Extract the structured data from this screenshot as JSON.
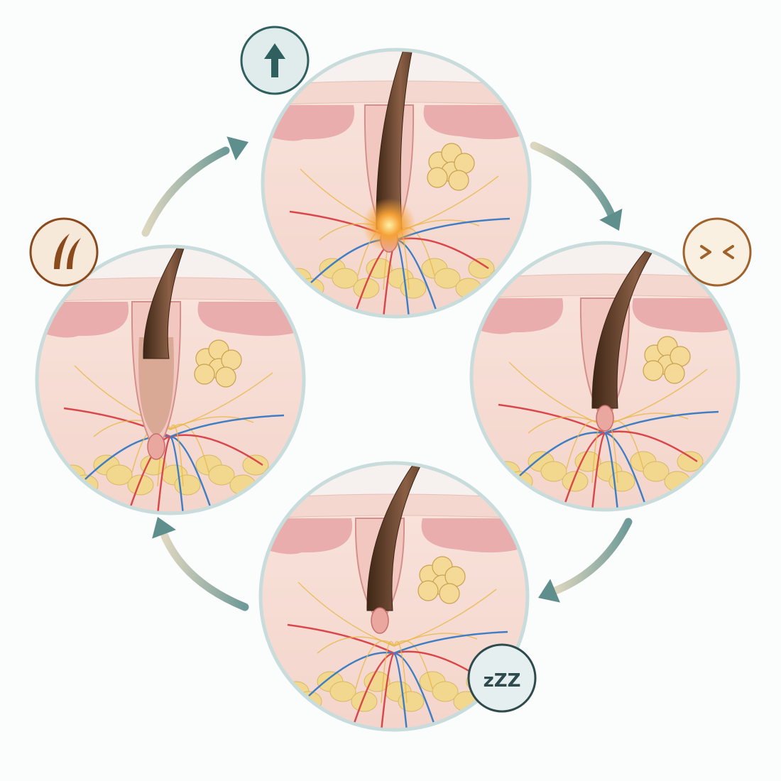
{
  "diagram": {
    "type": "cycle",
    "stages": [
      {
        "id": "anagen",
        "badge_icon": "arrow-up-icon",
        "badge_color": "#2f5f5e",
        "badge_fill": "#dfeceb",
        "phase": "growth",
        "bulb_glow": true
      },
      {
        "id": "catagen",
        "badge_icon": "compress-arrows-icon",
        "badge_color": "#a0622b",
        "badge_fill": "#faf0e2",
        "phase": "transition",
        "bulb_glow": false
      },
      {
        "id": "telogen",
        "badge_icon": "sleep-zzz-icon",
        "badge_color": "#2f4a4d",
        "badge_fill": "#e6efef",
        "badge_text": "zZZ",
        "phase": "rest",
        "bulb_glow": false
      },
      {
        "id": "exogen",
        "badge_icon": "shedding-hairs-icon",
        "badge_color": "#8a4a1c",
        "badge_fill": "#f7e9d9",
        "phase": "shedding",
        "bulb_glow": false
      }
    ],
    "connector_colors": {
      "start": "#d9d2b8",
      "end": "#5f8f8c"
    },
    "palette": {
      "epidermis": "#f0c9c3",
      "dermis": "#f7ddd5",
      "fat": "#f2d88f",
      "gland": "#f4da96",
      "hair": "#5a3a26",
      "artery": "#d9474b",
      "vein": "#3f7ec4",
      "nerve": "#e8b84a"
    }
  }
}
